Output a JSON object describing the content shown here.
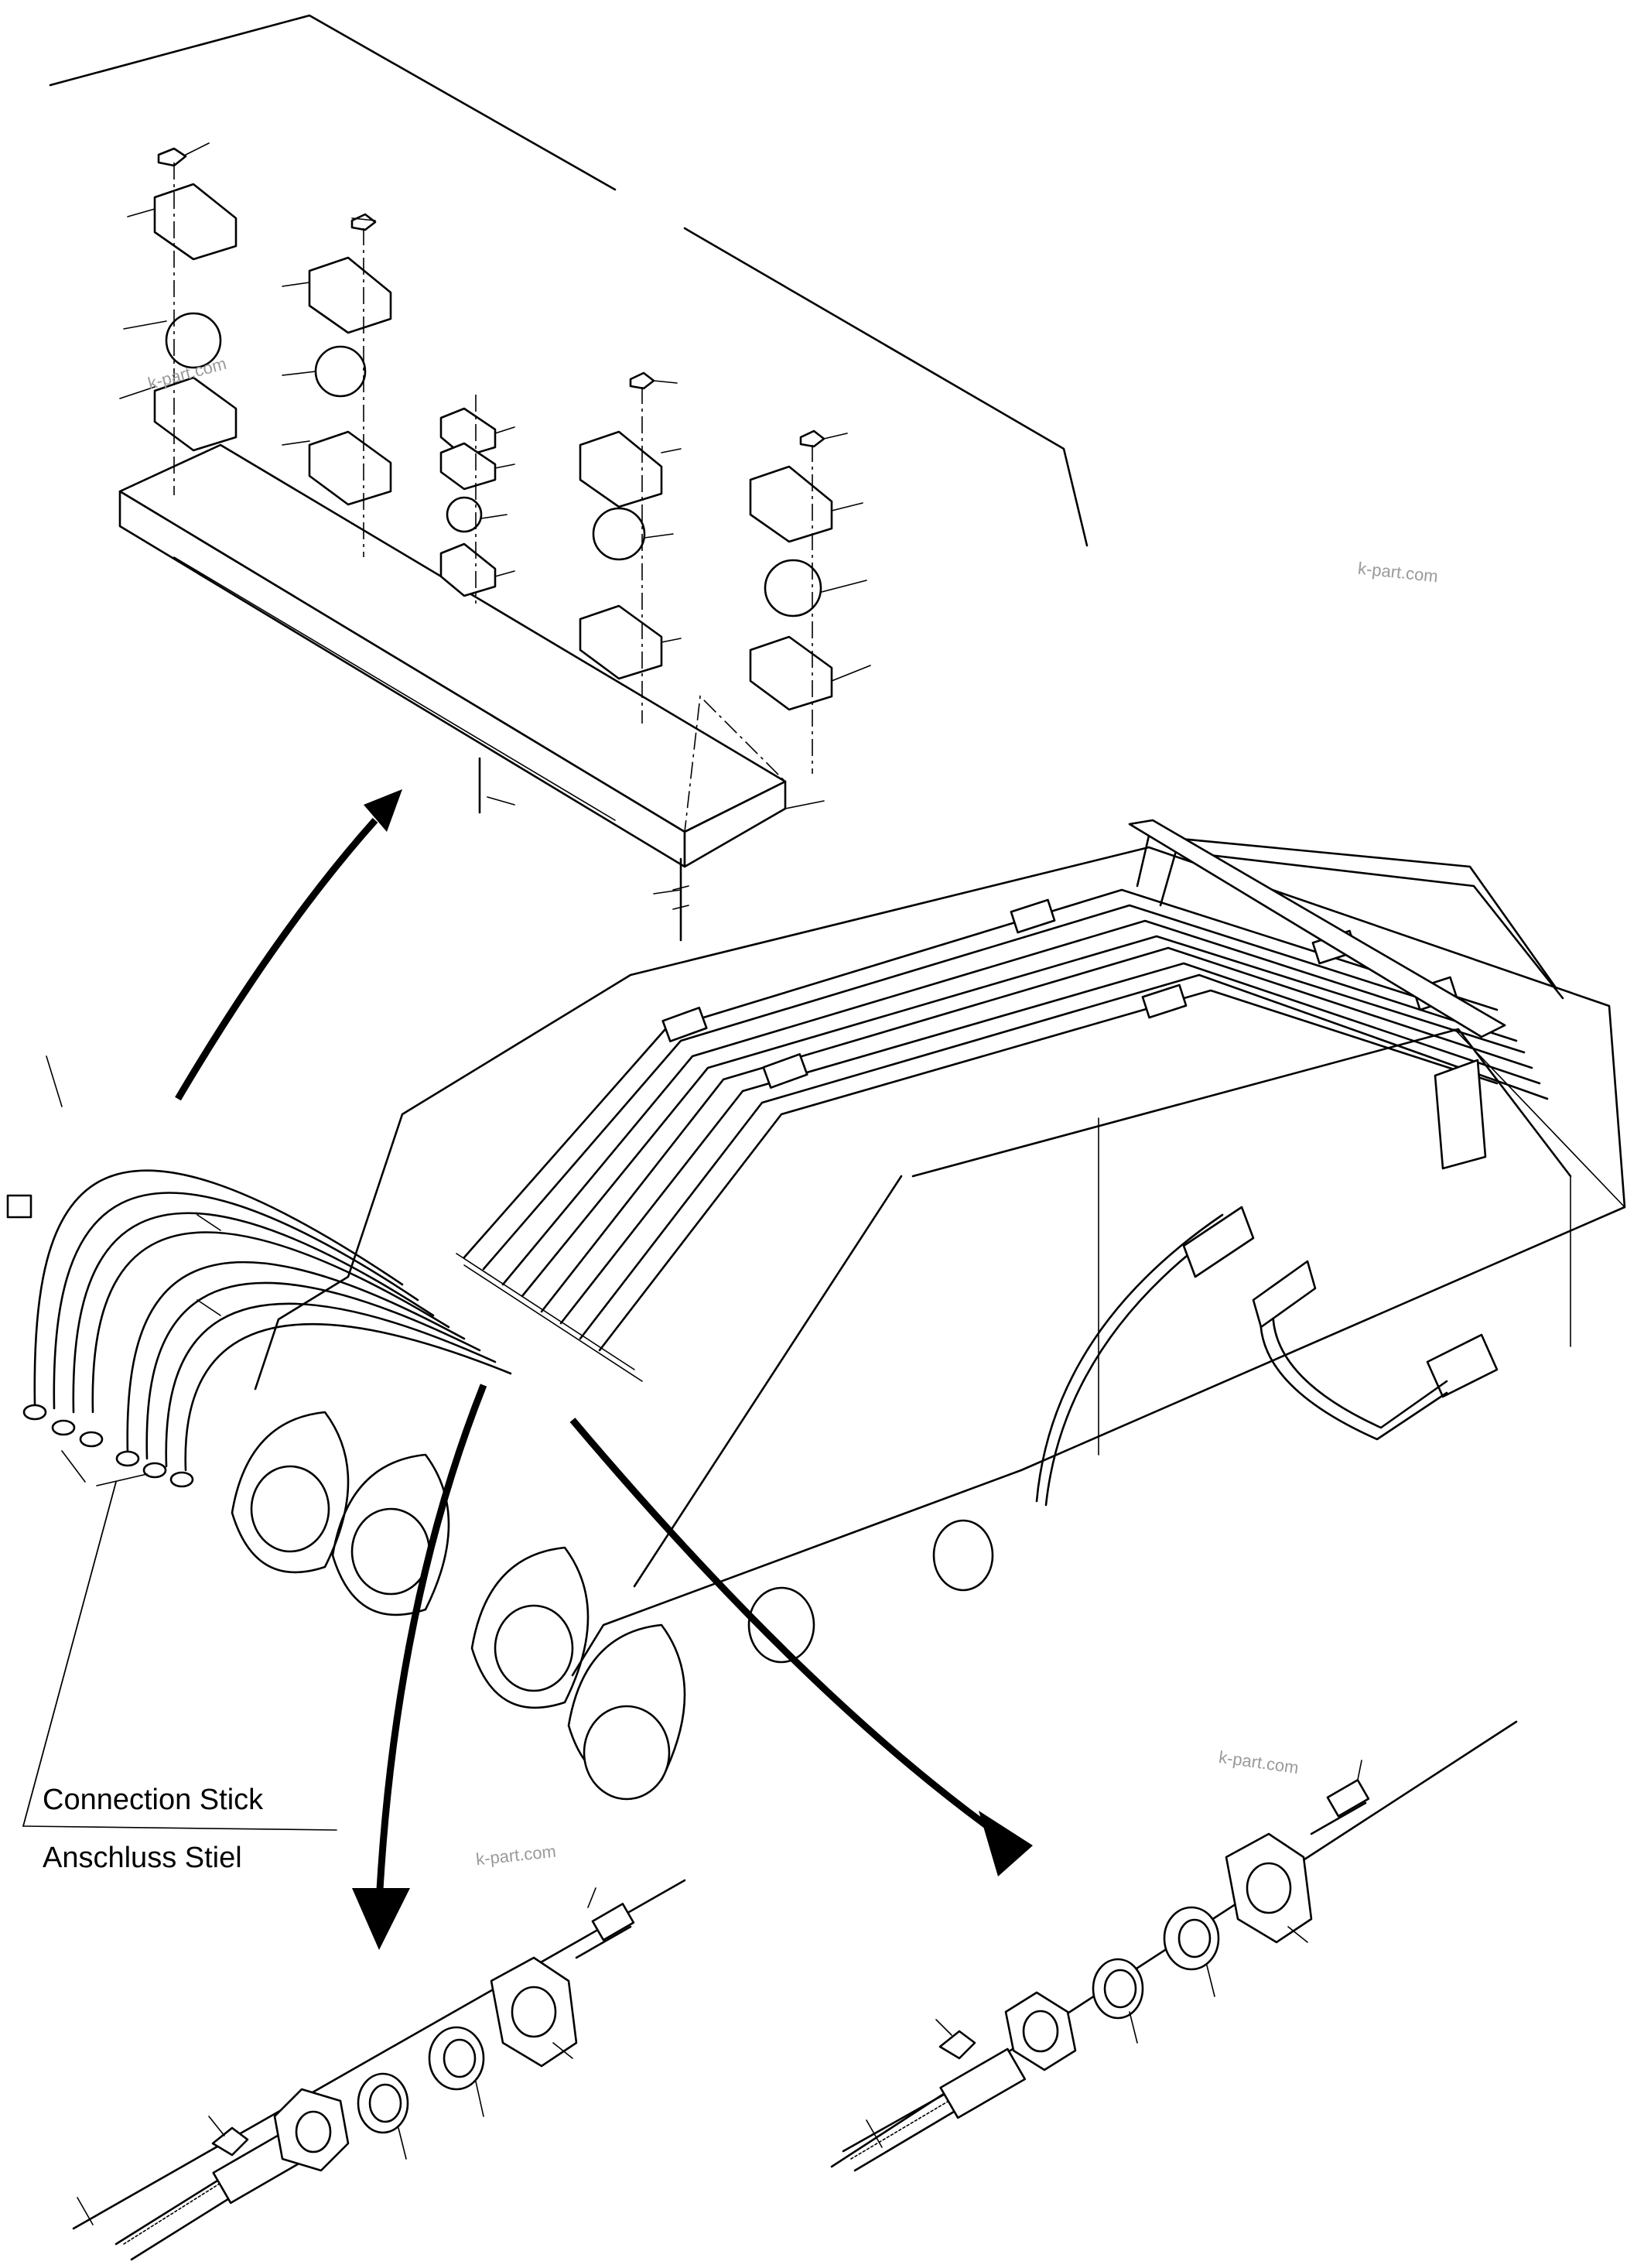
{
  "labels": {
    "connection_en": "Connection Stick",
    "connection_de": "Anschluss Stiel"
  },
  "watermarks": [
    "k-part.com",
    "k-part.com",
    "k-part.com",
    "k-part.com"
  ],
  "colors": {
    "ink": "#000000",
    "paper": "#ffffff",
    "watermark": "#9a9a9a"
  }
}
